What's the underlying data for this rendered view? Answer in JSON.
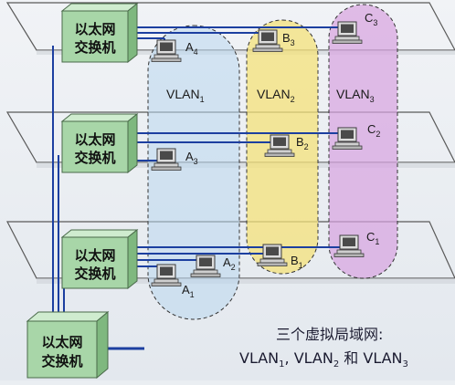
{
  "switch_label": [
    "以太网",
    "交换机"
  ],
  "vlans": [
    {
      "id": "vlan1",
      "base": "VLAN",
      "sub": "1",
      "color": "#b9d7ee"
    },
    {
      "id": "vlan2",
      "base": "VLAN",
      "sub": "2",
      "color": "#f4e27a"
    },
    {
      "id": "vlan3",
      "base": "VLAN",
      "sub": "3",
      "color": "#d7a3e0"
    }
  ],
  "computers": [
    {
      "id": "a4",
      "base": "A",
      "sub": "4"
    },
    {
      "id": "b3",
      "base": "B",
      "sub": "3"
    },
    {
      "id": "c3",
      "base": "C",
      "sub": "3"
    },
    {
      "id": "a3",
      "base": "A",
      "sub": "3"
    },
    {
      "id": "b2",
      "base": "B",
      "sub": "2"
    },
    {
      "id": "c2",
      "base": "C",
      "sub": "2"
    },
    {
      "id": "a2",
      "base": "A",
      "sub": "2"
    },
    {
      "id": "a1",
      "base": "A",
      "sub": "1"
    },
    {
      "id": "b1",
      "base": "B",
      "sub": "1"
    },
    {
      "id": "c1",
      "base": "C",
      "sub": "1"
    }
  ],
  "caption": {
    "line1": "三个虚拟局域网:",
    "part1": "VLAN",
    "sub1": "1",
    "sep1": ", VLAN",
    "sub2": "2",
    "sep2": " 和 VLAN",
    "sub3": "3"
  },
  "colors": {
    "switch_face": "#a8d6a8",
    "switch_top": "#cfeccf",
    "switch_side": "#7fb87f",
    "cable": "#1c3fa0",
    "floor_edge": "#5a5a5a"
  }
}
